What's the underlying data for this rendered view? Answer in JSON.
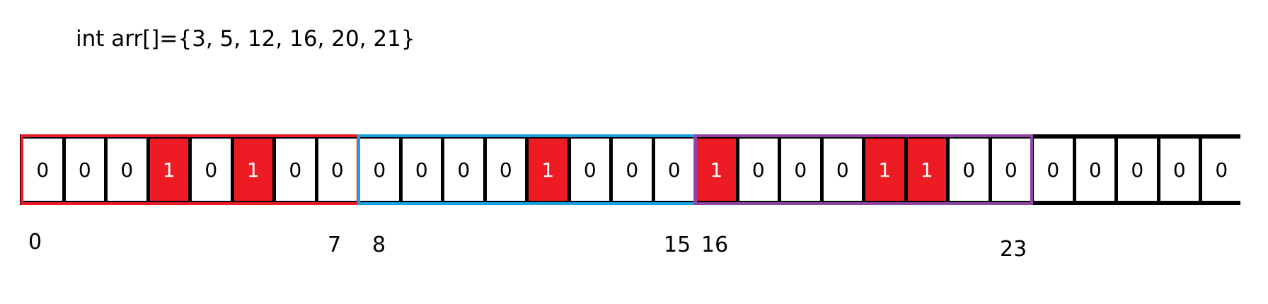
{
  "code": "int arr[]={3, 5, 12, 16, 20, 21}",
  "colors": {
    "set_bit": "#ed1c24",
    "byte_0": "#ed1c24",
    "byte_1": "#1ba1e2",
    "byte_2": "#8e44a0",
    "rest": "#000000"
  },
  "bits": [
    "0",
    "0",
    "0",
    "1",
    "0",
    "1",
    "0",
    "0",
    "0",
    "0",
    "0",
    "0",
    "1",
    "0",
    "0",
    "0",
    "1",
    "0",
    "0",
    "0",
    "1",
    "1",
    "0",
    "0",
    "0",
    "0",
    "0",
    "0",
    "0"
  ],
  "index_labels": [
    "0",
    "7",
    "8",
    "15",
    "16",
    "23"
  ]
}
